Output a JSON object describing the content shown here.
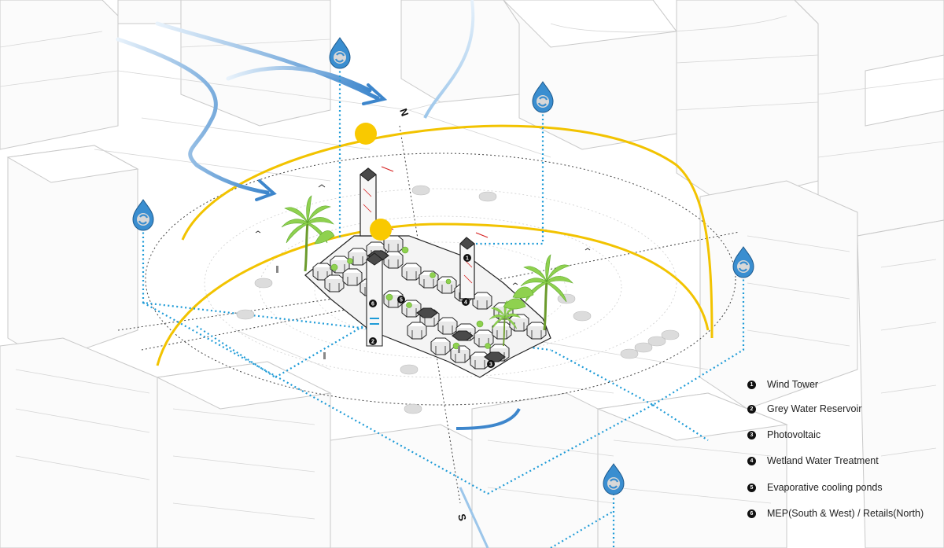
{
  "compass": {
    "north": "N",
    "south": "S"
  },
  "icons": {
    "water_drop": "water-drop-recycle-icon",
    "sun": "sun-icon",
    "palm": "palm-tree-icon",
    "bird": "bird-icon",
    "person": "person-icon",
    "car": "car-icon"
  },
  "colors": {
    "orbit_yellow": "#f2c300",
    "water_blue": "#1e9bd7",
    "wind_blue": "#4a90d0",
    "plant_green": "#8fd14f",
    "building_grey": "#c9c9c9"
  },
  "legend": {
    "items": [
      {
        "num": "1",
        "label": "Wind Tower"
      },
      {
        "num": "2",
        "label": "Grey Water Reservoir"
      },
      {
        "num": "3",
        "label": "Photovoltaic"
      },
      {
        "num": "4",
        "label": "Wetland Water Treatment"
      },
      {
        "num": "5",
        "label": "Evaporative cooling ponds"
      },
      {
        "num": "6",
        "label": "MEP(South & West) / Retails(North)"
      }
    ]
  },
  "markers": [
    "1",
    "2",
    "3",
    "4",
    "5",
    "6"
  ]
}
